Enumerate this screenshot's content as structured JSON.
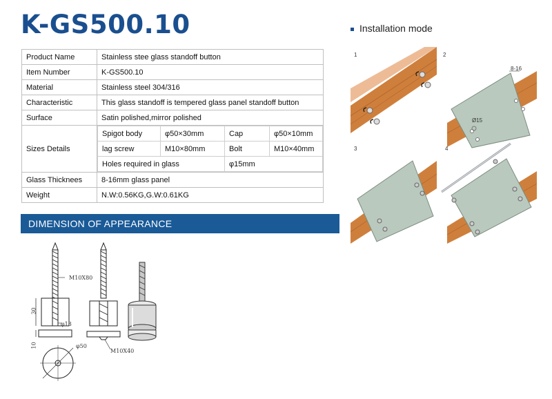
{
  "title": "K-GS500.10",
  "installation": {
    "heading": "Installation mode",
    "steps": [
      "1",
      "2",
      "3",
      "4"
    ],
    "range_label": "8-16",
    "hole_label": "Ø15"
  },
  "spec": {
    "product_name": {
      "label": "Product Name",
      "value": "Stainless stee glass standoff button"
    },
    "item_number": {
      "label": "Item Number",
      "value": "K-GS500.10"
    },
    "material": {
      "label": "Material",
      "value": "Stainless steel 304/316"
    },
    "characteristic": {
      "label": "Characteristic",
      "value": "This glass standoff is tempered glass panel standoff button"
    },
    "surface": {
      "label": "Surface",
      "value": "Satin polished,mirror polished"
    },
    "sizes": {
      "label": "Sizes Details",
      "spigot_label": "Spigot body",
      "spigot_value": "φ50×30mm",
      "cap_label": "Cap",
      "cap_value": "φ50×10mm",
      "lag_label": "lag screw",
      "lag_value": "M10×80mm",
      "bolt_label": "Bolt",
      "bolt_value": "M10×40mm",
      "holes_label": "Holes   required in glass",
      "holes_value": "φ15mm"
    },
    "glass": {
      "label": "Glass Thicknees",
      "value": "8-16mm glass panel"
    },
    "weight": {
      "label": "Weight",
      "value": "N.W:0.56KG,G.W:0.61KG"
    }
  },
  "dimension": {
    "heading": "DIMENSION OF APPEARANCE",
    "labels": {
      "screw": "M10X80",
      "bolt": "M10X40",
      "dia13": "φ13",
      "dia50": "φ50",
      "h30": "30",
      "h10": "10"
    }
  },
  "colors": {
    "brand": "#1a4f8f",
    "band": "#1a5a97",
    "wood": "#cf7f3c",
    "glass": "#b9c9bd"
  }
}
